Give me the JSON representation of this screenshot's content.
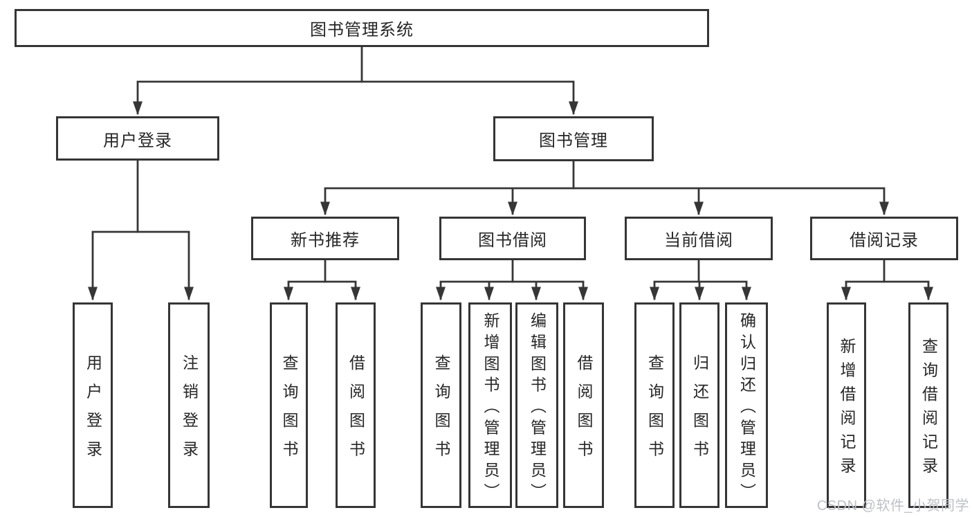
{
  "tree": {
    "root": {
      "label": "图书管理系统"
    },
    "user_login": {
      "label": "用户登录",
      "children": [
        {
          "label": "用户登录"
        },
        {
          "label": "注销登录"
        }
      ]
    },
    "book_management": {
      "label": "图书管理",
      "children": [
        {
          "label": "新书推荐",
          "children": [
            {
              "label": "查询图书"
            },
            {
              "label": "借阅图书"
            }
          ]
        },
        {
          "label": "图书借阅",
          "children": [
            {
              "label": "查询图书"
            },
            {
              "label": "新增图书（管理员）"
            },
            {
              "label": "编辑图书（管理员）"
            },
            {
              "label": "借阅图书"
            }
          ]
        },
        {
          "label": "当前借阅",
          "children": [
            {
              "label": "查询图书"
            },
            {
              "label": "归还图书"
            },
            {
              "label": "确认归还（管理员）"
            }
          ]
        },
        {
          "label": "借阅记录",
          "children": [
            {
              "label": "新增借阅记录"
            },
            {
              "label": "查询借阅记录"
            }
          ]
        }
      ]
    }
  },
  "watermark": {
    "text": "CSDN @软件_小贺同学"
  },
  "colors": {
    "line": "#363636",
    "box_border": "#353535",
    "text": "#262626",
    "watermark": "#bdc0c6",
    "background": "#ffffff"
  }
}
